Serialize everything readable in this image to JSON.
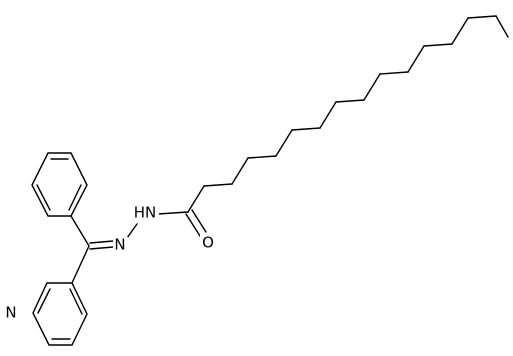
{
  "atoms": {
    "oxygen": "O",
    "hydrazide_nh": "HN",
    "imine_n": "N",
    "pyridine_n": "N"
  },
  "colors": {
    "bond": "#000000",
    "label": "#000000",
    "background": "#ffffff"
  }
}
